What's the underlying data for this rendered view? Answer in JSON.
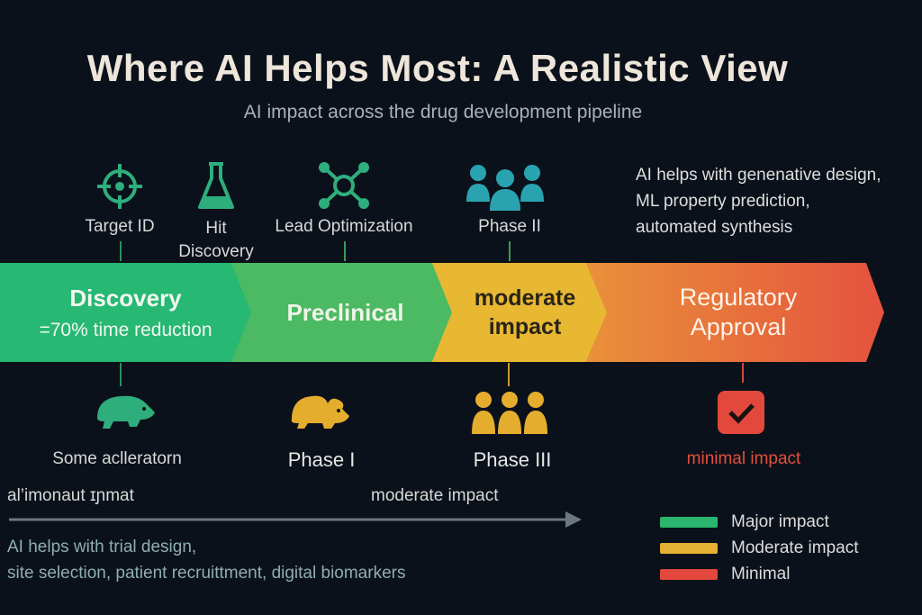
{
  "title": "Where AI Helps Most: A Realistic View",
  "subtitle": "AI impact across the drug development pipeline",
  "top_labels": [
    "Target ID",
    "Hit\nDiscovery",
    "Lead Optimization",
    "Phase II"
  ],
  "top_right_note": [
    "AI helps with genenative design,",
    "ML property prediction,",
    "automated synthesis"
  ],
  "stages": [
    {
      "title": "Discovery",
      "sub": "=70% time reduction",
      "color": "#27b873"
    },
    {
      "title": "Preclinical",
      "color": "#4cba63"
    },
    {
      "title": "moderate\nimpact",
      "color": "#e8b832"
    },
    {
      "title": "Regulatory\nApproval",
      "color": "#e4523e"
    }
  ],
  "bottom_labels": [
    "Some aclleratorn",
    "Phase I",
    "Phase III",
    "minimal impact"
  ],
  "bottom_notes": [
    "al’imonaut ɪɲmat",
    "moderate impact"
  ],
  "clinical_note": [
    "AI helps with trial design,",
    "site selection, patient recruittment, digital biomarkers"
  ],
  "legend": [
    {
      "label": "Major impact",
      "color": "#2bb56e"
    },
    {
      "label": "Moderate impact",
      "color": "#e5b132"
    },
    {
      "label": "Minimal",
      "color": "#e2493c"
    }
  ],
  "icons": [
    "target-icon",
    "flask-icon",
    "molecule-icon",
    "people-icon",
    "rat-icon",
    "rat-icon",
    "people-icon",
    "checkbox-icon"
  ]
}
